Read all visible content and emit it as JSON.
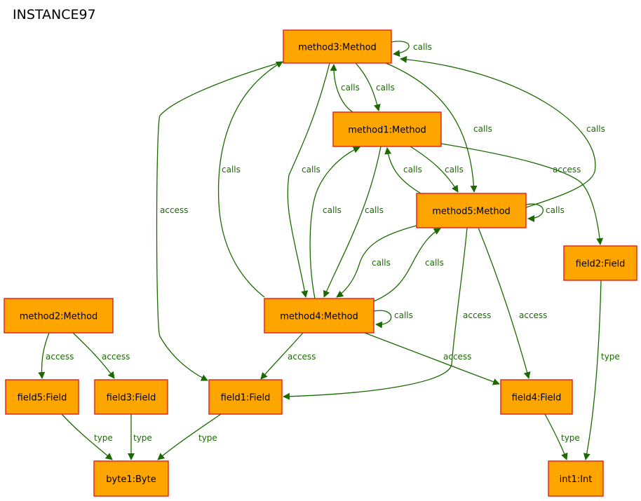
{
  "title": "INSTANCE97",
  "nodes": [
    {
      "id": "method3",
      "label": "method3:Method"
    },
    {
      "id": "method1",
      "label": "method1:Method"
    },
    {
      "id": "method5",
      "label": "method5:Method"
    },
    {
      "id": "method4",
      "label": "method4:Method"
    },
    {
      "id": "method2",
      "label": "method2:Method"
    },
    {
      "id": "field2",
      "label": "field2:Field"
    },
    {
      "id": "field5",
      "label": "field5:Field"
    },
    {
      "id": "field3",
      "label": "field3:Field"
    },
    {
      "id": "field1",
      "label": "field1:Field"
    },
    {
      "id": "field4",
      "label": "field4:Field"
    },
    {
      "id": "byte1",
      "label": "byte1:Byte"
    },
    {
      "id": "int1",
      "label": "int1:Int"
    }
  ],
  "edges": [
    {
      "id": "e01",
      "from": "method3",
      "to": "method3",
      "label": "calls"
    },
    {
      "id": "e02",
      "from": "method3",
      "to": "method1",
      "label": "calls"
    },
    {
      "id": "e03",
      "from": "method1",
      "to": "method3",
      "label": "calls"
    },
    {
      "id": "e04",
      "from": "method3",
      "to": "method5",
      "label": "calls"
    },
    {
      "id": "e05",
      "from": "method5",
      "to": "method3",
      "label": "calls"
    },
    {
      "id": "e06",
      "from": "method3",
      "to": "method4",
      "label": "calls"
    },
    {
      "id": "e07",
      "from": "method4",
      "to": "method3",
      "label": "calls"
    },
    {
      "id": "e08",
      "from": "method3",
      "to": "field1",
      "label": "access"
    },
    {
      "id": "e09",
      "from": "method1",
      "to": "method5",
      "label": "calls"
    },
    {
      "id": "e10",
      "from": "method5",
      "to": "method1",
      "label": "calls"
    },
    {
      "id": "e11",
      "from": "method1",
      "to": "method4",
      "label": "calls"
    },
    {
      "id": "e12",
      "from": "method4",
      "to": "method1",
      "label": "calls"
    },
    {
      "id": "e13",
      "from": "method1",
      "to": "field2",
      "label": "access"
    },
    {
      "id": "e14",
      "from": "method5",
      "to": "method5",
      "label": "calls"
    },
    {
      "id": "e15",
      "from": "method5",
      "to": "method4",
      "label": "calls"
    },
    {
      "id": "e16",
      "from": "method4",
      "to": "method5",
      "label": "calls"
    },
    {
      "id": "e17",
      "from": "method5",
      "to": "field1",
      "label": "access"
    },
    {
      "id": "e18",
      "from": "method5",
      "to": "field4",
      "label": "access"
    },
    {
      "id": "e19",
      "from": "method4",
      "to": "method4",
      "label": "calls"
    },
    {
      "id": "e20",
      "from": "method4",
      "to": "field1",
      "label": "access"
    },
    {
      "id": "e21",
      "from": "method4",
      "to": "field4",
      "label": "access"
    },
    {
      "id": "e22",
      "from": "method2",
      "to": "field5",
      "label": "access"
    },
    {
      "id": "e23",
      "from": "method2",
      "to": "field3",
      "label": "access"
    },
    {
      "id": "e24",
      "from": "field2",
      "to": "int1",
      "label": "type"
    },
    {
      "id": "e25",
      "from": "field5",
      "to": "byte1",
      "label": "type"
    },
    {
      "id": "e26",
      "from": "field3",
      "to": "byte1",
      "label": "type"
    },
    {
      "id": "e27",
      "from": "field1",
      "to": "byte1",
      "label": "type"
    },
    {
      "id": "e28",
      "from": "field4",
      "to": "int1",
      "label": "type"
    }
  ],
  "colors": {
    "node_fill": "#ffa500",
    "node_border": "#e0201a",
    "edge": "#1a6a00"
  }
}
